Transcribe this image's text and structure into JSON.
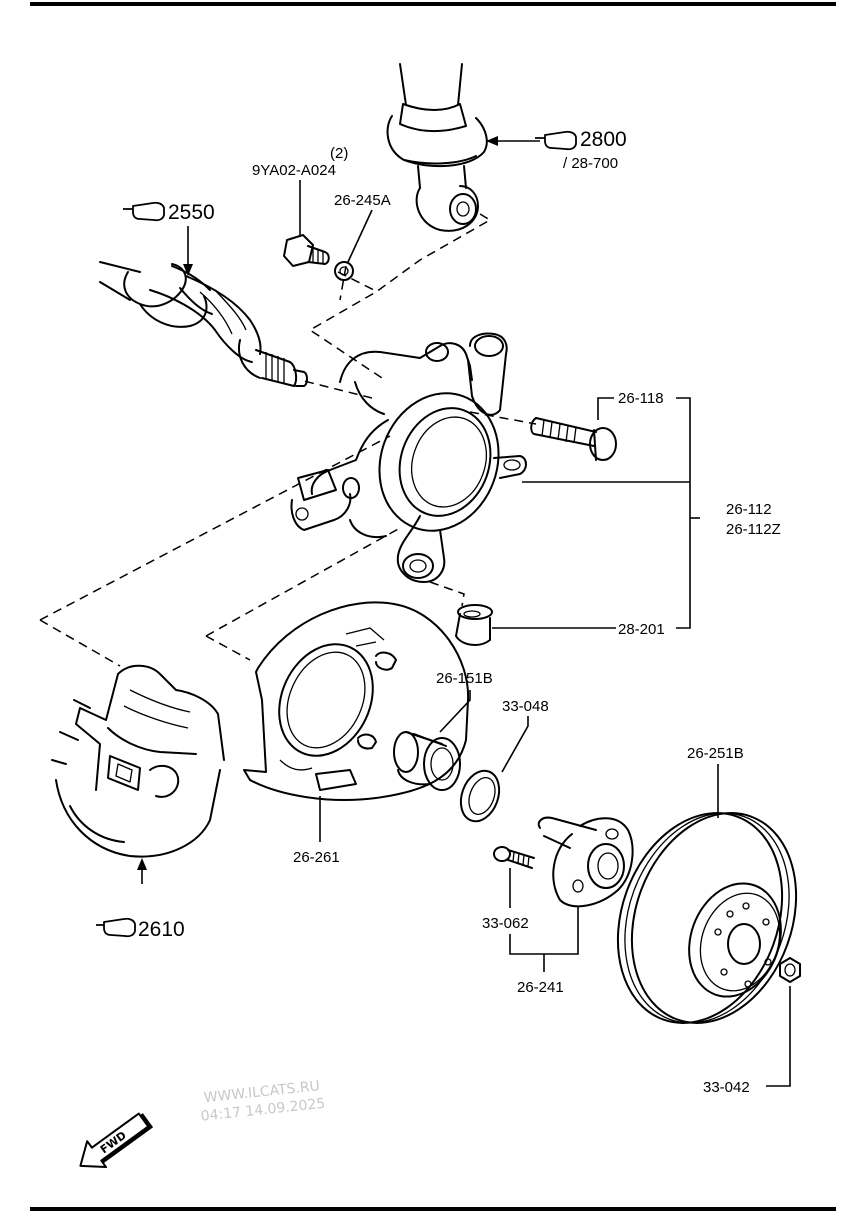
{
  "references": {
    "shock_absorber": "2800",
    "shock_absorber_sub": "/ 28-700",
    "drive_shaft": "2550",
    "caliper": "2610"
  },
  "parts": {
    "bolt_qty": "(2)",
    "bolt": "9YA02-A024",
    "washer": "26-245A",
    "knuckle_bolt": "26-118",
    "knuckle": "26-112",
    "knuckle_alt": "26-112Z",
    "bushing": "28-201",
    "bearing": "26-151B",
    "snap_ring": "33-048",
    "dust_shield": "26-261",
    "hub_bolt": "33-062",
    "hub": "26-241",
    "disc": "26-251B",
    "nut": "33-042"
  },
  "watermark": {
    "site": "WWW.ILCATS.RU",
    "timestamp": "04:17 14.09.2025"
  },
  "fwd_label": "FWD",
  "icons": {
    "reference": "pointing-hand-icon",
    "direction": "fwd-arrow-icon"
  }
}
